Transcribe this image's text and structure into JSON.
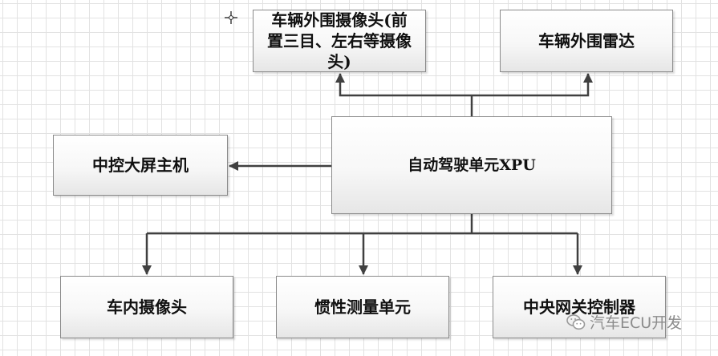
{
  "diagram": {
    "nodes": {
      "external_cameras": {
        "lines": [
          "车辆外围摄像头(前",
          "置三目、左右等摄像",
          "头)"
        ]
      },
      "external_radar": {
        "label": "车辆外围雷达"
      },
      "xpu": {
        "label": "自动驾驶单元XPU"
      },
      "infotainment_host": {
        "label": "中控大屏主机"
      },
      "cabin_camera": {
        "label": "车内摄像头"
      },
      "imu": {
        "label": "惯性测量单元"
      },
      "central_gateway": {
        "label": "中央网关控制器"
      }
    },
    "edges": [
      {
        "from": "xpu",
        "to": "external_cameras"
      },
      {
        "from": "xpu",
        "to": "external_radar"
      },
      {
        "from": "xpu",
        "to": "infotainment_host"
      },
      {
        "from": "xpu",
        "to": "cabin_camera"
      },
      {
        "from": "xpu",
        "to": "imu"
      },
      {
        "from": "xpu",
        "to": "central_gateway"
      }
    ]
  },
  "watermark": {
    "text": "汽车ECU开发",
    "icon": "wechat-icon"
  },
  "cursor": {
    "icon": "crosshair-cursor-icon"
  },
  "colors": {
    "line": "#404040",
    "box_border": "#8a8a8a",
    "grid": "#e2e2e2",
    "watermark": "#8c8c8c"
  }
}
